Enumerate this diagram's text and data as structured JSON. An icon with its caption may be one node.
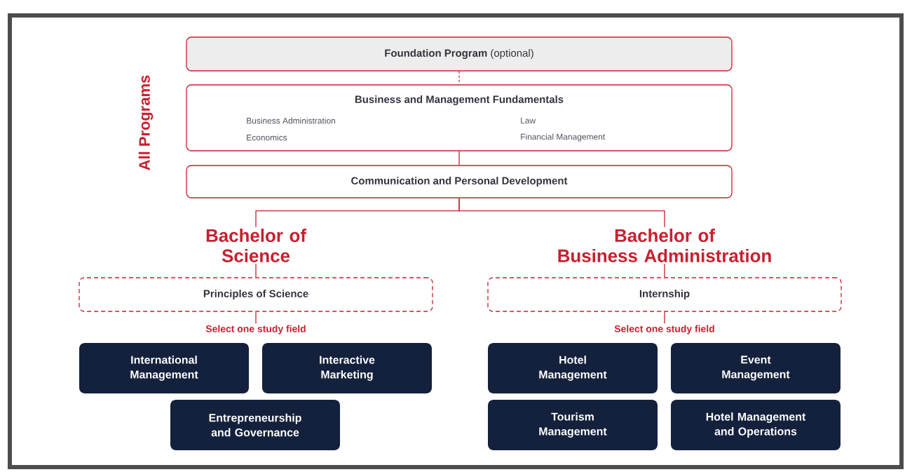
{
  "diagram": {
    "nodes": [
      {
        "text": [
          "**Foundation Program** (optional)"
        ]
      },
      {
        "text": [
          "Business and Management Fundamentals",
          "Business Administration",
          "Law",
          "Economics",
          "Financial Management"
        ]
      },
      {
        "text": [
          "Communication and Personal Development"
        ]
      },
      {
        "text": [
          "Bachelor of Science"
        ]
      },
      {
        "text": [
          "Bachelor of Business Administration"
        ]
      },
      {
        "text": [
          "Principles of Science"
        ]
      },
      {
        "text": [
          "Internship"
        ]
      },
      {
        "text": [
          "Select one study field"
        ]
      },
      {
        "text": [
          "Select one study field"
        ]
      },
      {
        "text": [
          "International Management"
        ]
      },
      {
        "text": [
          "Interactive Marketing"
        ]
      },
      {
        "text": [
          "Entrepreneurship and Governance"
        ]
      },
      {
        "text": [
          "Hotel Management"
        ]
      },
      {
        "text": [
          "Event Management"
        ]
      },
      {
        "text": [
          "Tourism Management"
        ]
      },
      {
        "text": [
          "Hotel Management and Operations"
        ]
      }
    ],
    "edges": [
      {
        "from": 0,
        "to": 1,
        "arrow": "none",
        "style": "dashed"
      },
      {
        "from": 1,
        "to": 2,
        "arrow": "none"
      },
      {
        "from": 2,
        "to": 3,
        "arrow": "none"
      },
      {
        "from": 2,
        "to": 4,
        "arrow": "none"
      },
      {
        "from": 3,
        "to": 5,
        "arrow": "none"
      },
      {
        "from": 4,
        "to": 6,
        "arrow": "none"
      },
      {
        "from": 5,
        "to": 7,
        "arrow": "none"
      },
      {
        "from": 6,
        "to": 8,
        "arrow": "none"
      }
    ],
    "labels": [
      "All Programs"
    ]
  }
}
